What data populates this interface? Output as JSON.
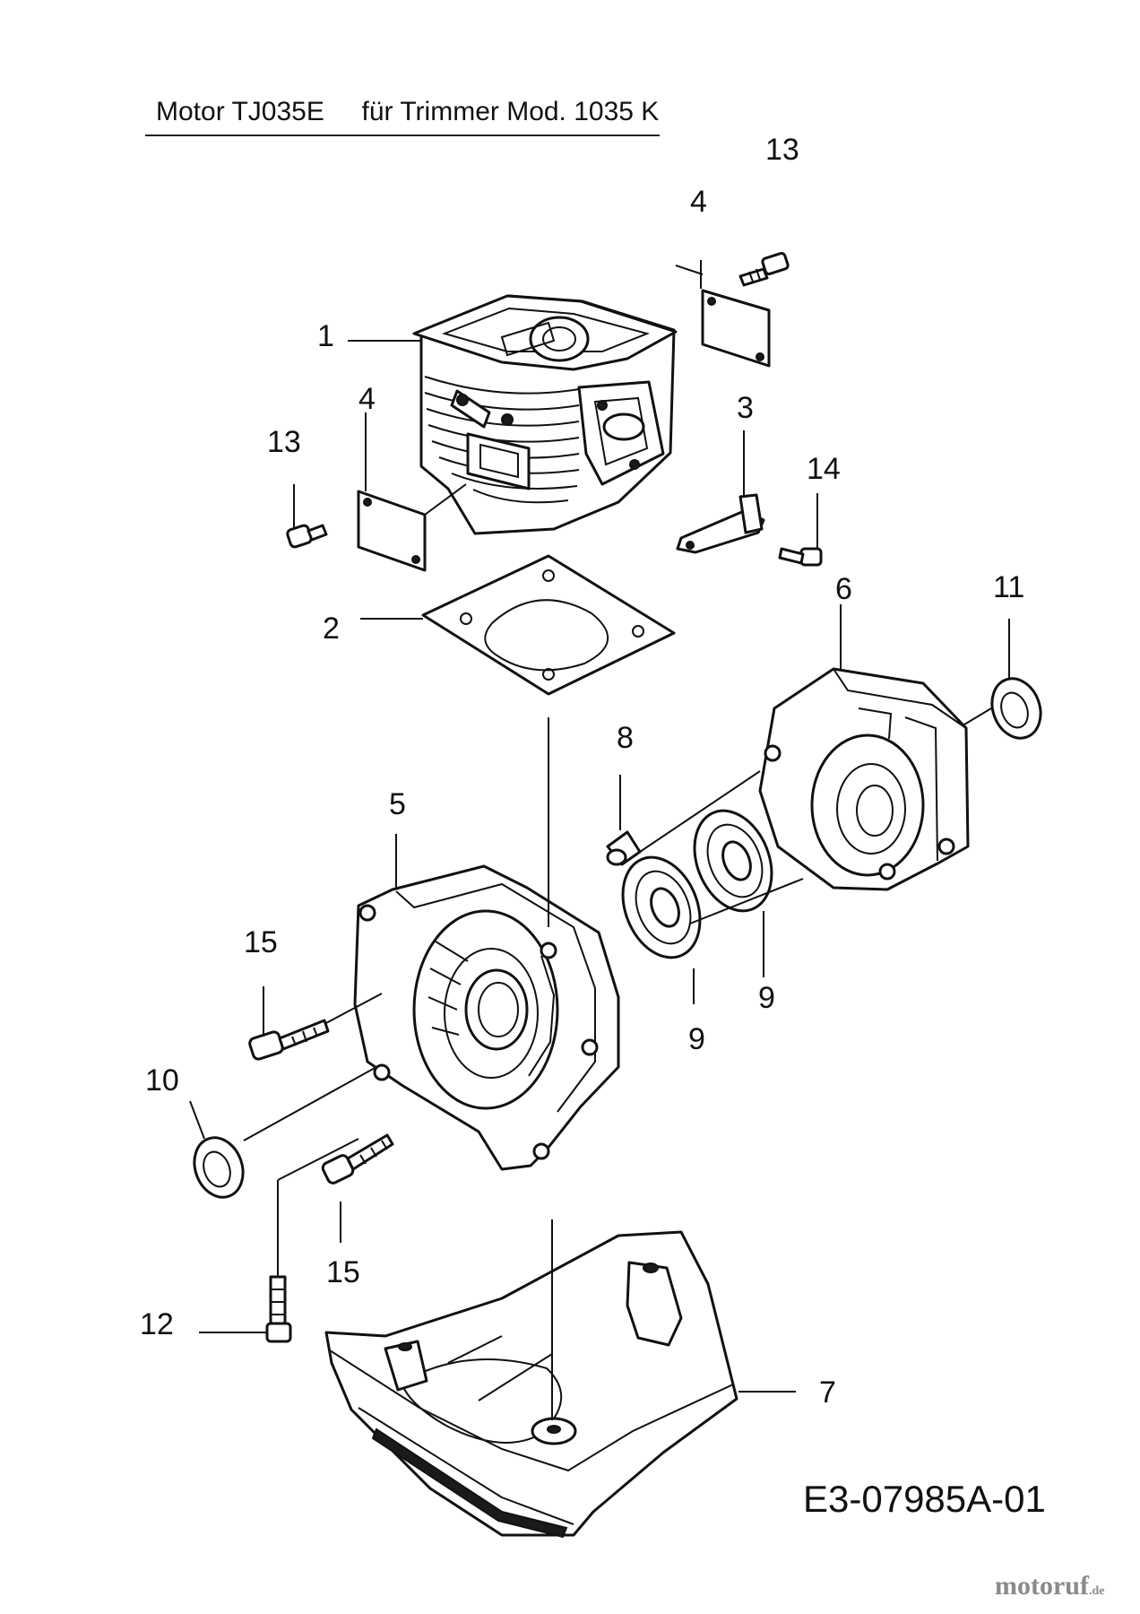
{
  "title": "Motor TJ035E     für Trimmer Mod. 1035 K",
  "doc_code": "E3-07985A-01",
  "watermark": {
    "brand": "motoruf",
    "domain": ".de"
  },
  "callouts": {
    "c1": "1",
    "c2": "2",
    "c3": "3",
    "c4a": "4",
    "c4b": "4",
    "c5": "5",
    "c6": "6",
    "c7": "7",
    "c8": "8",
    "c9a": "9",
    "c9b": "9",
    "c10": "10",
    "c11": "11",
    "c12": "12",
    "c13a": "13",
    "c13b": "13",
    "c14": "14",
    "c15a": "15",
    "c15b": "15"
  }
}
